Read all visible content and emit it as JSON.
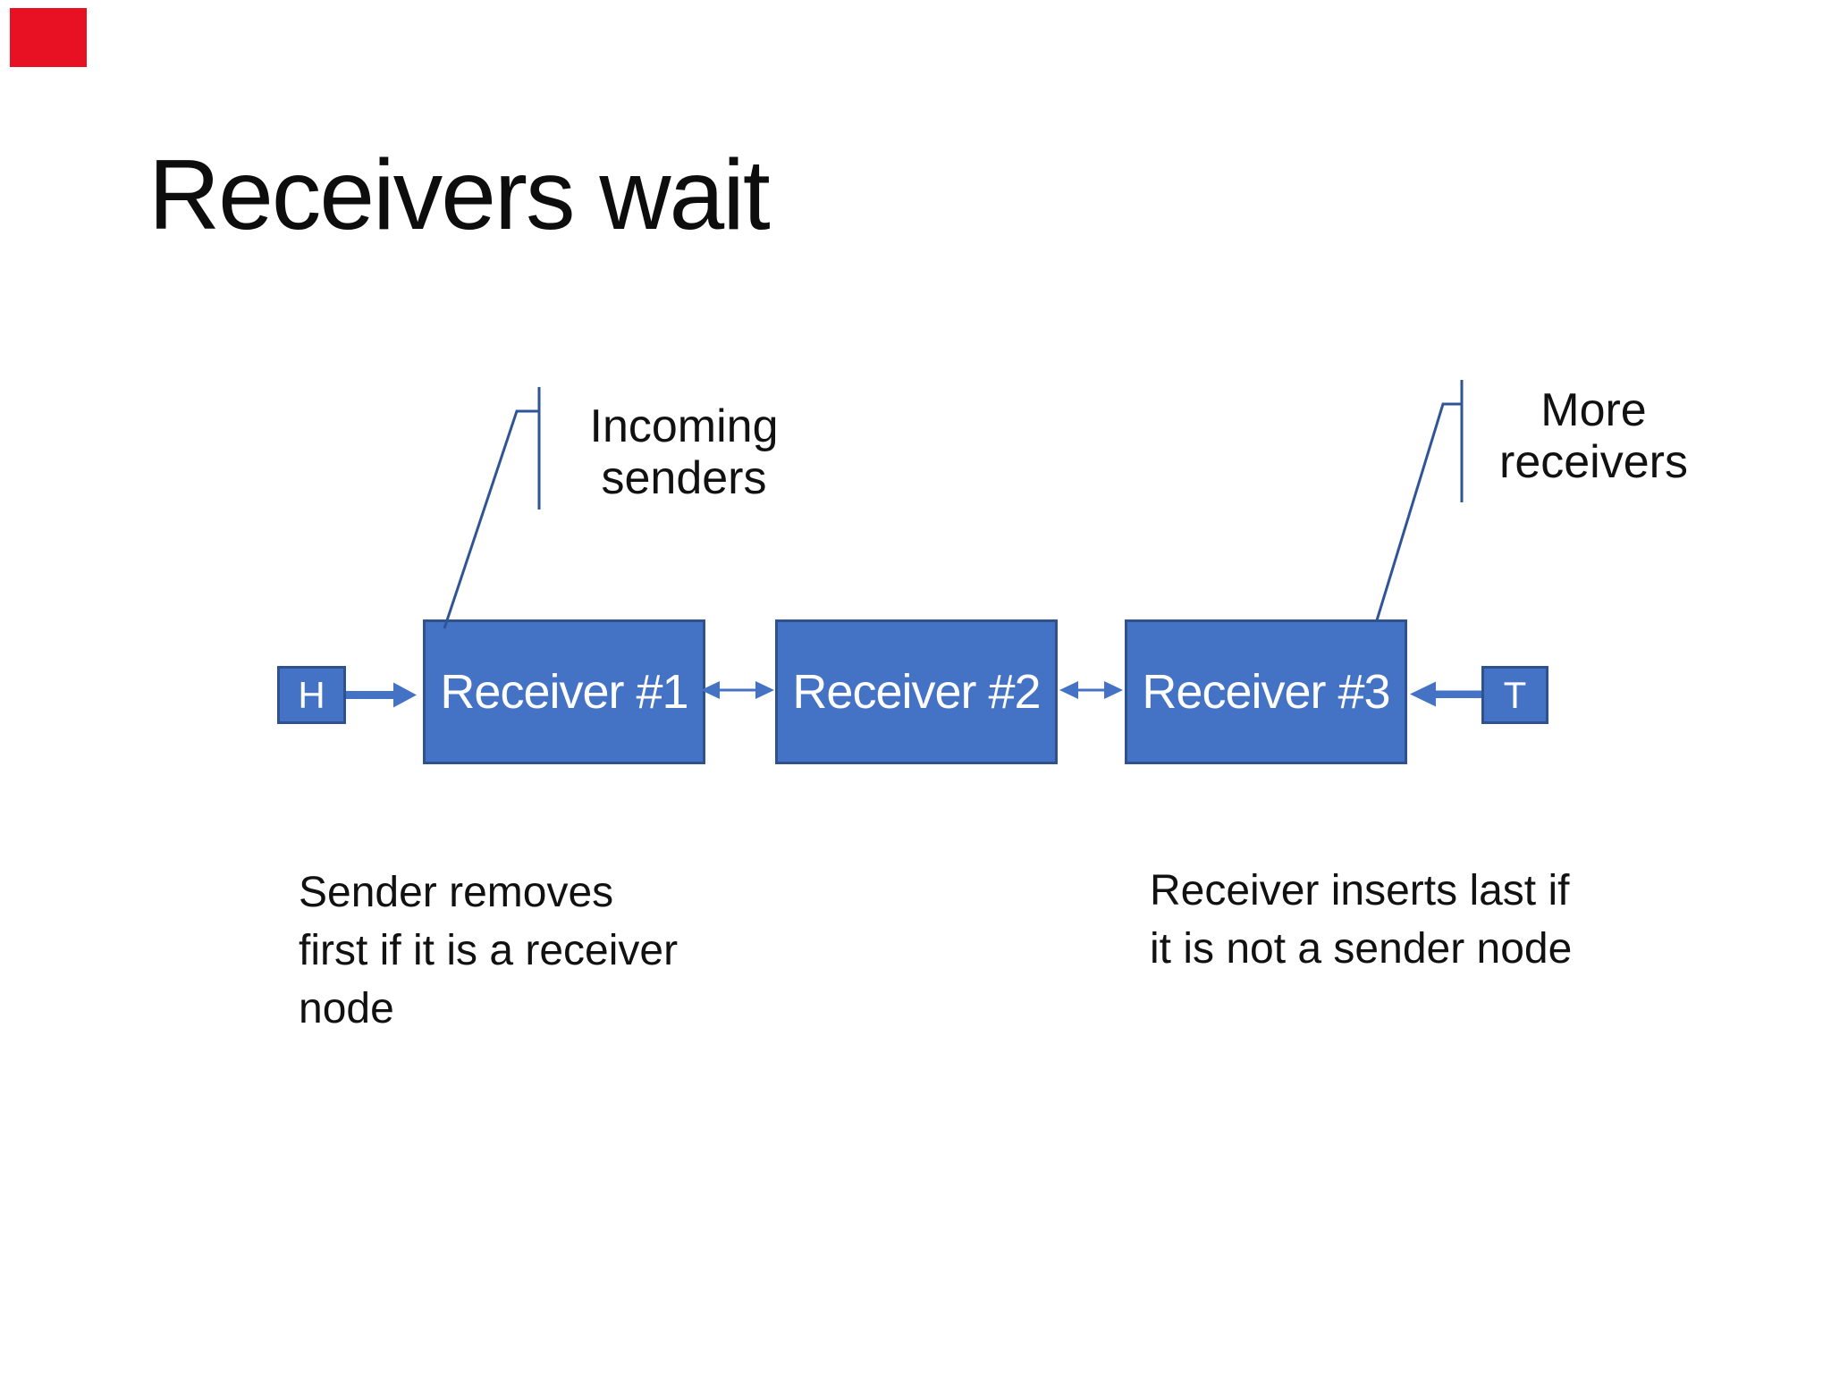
{
  "slide": {
    "title": "Receivers wait"
  },
  "marker": {
    "description": "red-recording-marker",
    "color": "#E81123"
  },
  "colors": {
    "background": "#FFFFFF",
    "node_fill": "#4472C4",
    "node_border": "#2F528F",
    "arrow_blue": "#4472C4",
    "callout_line": "#2F5597",
    "text_dark": "#111111",
    "node_text": "#FFFFFF"
  },
  "diagram": {
    "head": {
      "label": "H"
    },
    "tail": {
      "label": "T"
    },
    "nodes": [
      {
        "label": "Receiver #1"
      },
      {
        "label": "Receiver #2"
      },
      {
        "label": "Receiver #3"
      }
    ],
    "callouts": [
      {
        "lines": [
          "Incoming",
          "senders"
        ]
      },
      {
        "lines": [
          "More",
          "receivers"
        ]
      }
    ],
    "notes": [
      {
        "lines": [
          "Sender removes",
          "first if it is a receiver",
          "node"
        ]
      },
      {
        "lines": [
          "Receiver inserts last if",
          "it is not a sender node"
        ]
      }
    ]
  }
}
